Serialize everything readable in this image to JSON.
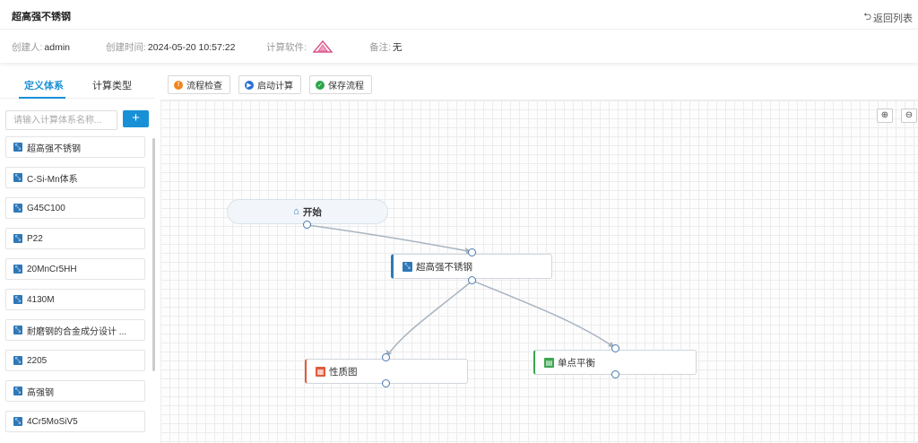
{
  "header": {
    "title": "超高强不锈钢",
    "back_label": "返回列表"
  },
  "info": {
    "creator_label": "创建人:",
    "creator": "admin",
    "created_label": "创建时间:",
    "created": "2024-05-20 10:57:22",
    "software_label": "计算软件:",
    "remark_label": "备注:",
    "remark": "无"
  },
  "left": {
    "tabs": [
      "定义体系",
      "计算类型"
    ],
    "active_tab": "定义体系",
    "search_placeholder": "请输入计算体系名称...",
    "add_label": "+",
    "systems": [
      "超高强不锈钢",
      "C-Si-Mn体系",
      "G45C100",
      "P22",
      "20MnCr5HH",
      "4130M",
      "耐磨钢的合金成分设计 ...",
      "2205",
      "高强钢",
      "4Cr5MoSiV5"
    ]
  },
  "toolbar": {
    "check_label": "流程检查",
    "start_label": "启动计算",
    "save_label": "保存流程"
  },
  "canvas": {
    "zoom_in": "⊕",
    "zoom_out": "⊖",
    "nodes": {
      "start": "开始",
      "system": "超高强不锈钢",
      "property": "性质图",
      "balance": "单点平衡"
    }
  },
  "colors": {
    "accent": "#1890d6",
    "system_icon": "#2e78b8",
    "property_icon": "#e05a3a",
    "balance_icon": "#3aa64f"
  }
}
